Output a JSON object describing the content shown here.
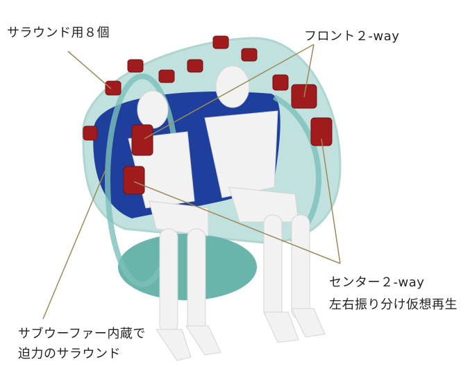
{
  "labels": {
    "surround": "サラウンド用８個",
    "front": "フロント２-way",
    "center_line1": "センター２-way",
    "center_line2": "左右振り分け仮想再生",
    "sub_line1": "サブウーファー内蔵で",
    "sub_line2": "迫力のサラウンド"
  },
  "colors": {
    "shell": "#8fc9c4",
    "seat": "#1f3f9c",
    "speaker": "#a01c1c",
    "leader": "#9b8a5a",
    "figure": "#f2f2f2"
  }
}
